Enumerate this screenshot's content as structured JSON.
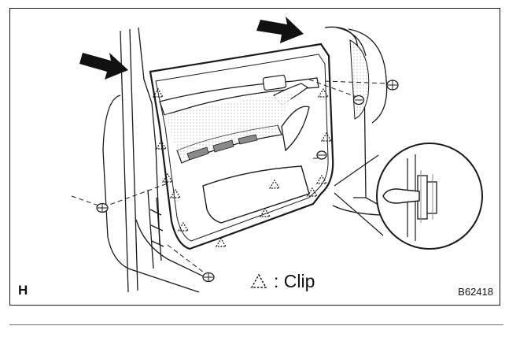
{
  "figure": {
    "corner_label": "H",
    "figure_id": "B62418",
    "legend": {
      "symbol_icon": "clip-triangle-icon",
      "text": ": Clip"
    }
  },
  "colors": {
    "line": "#1a1a1a",
    "panel_fill": "#f4f4f4",
    "shade": "#8a8a8a",
    "arrow": "#111111"
  }
}
